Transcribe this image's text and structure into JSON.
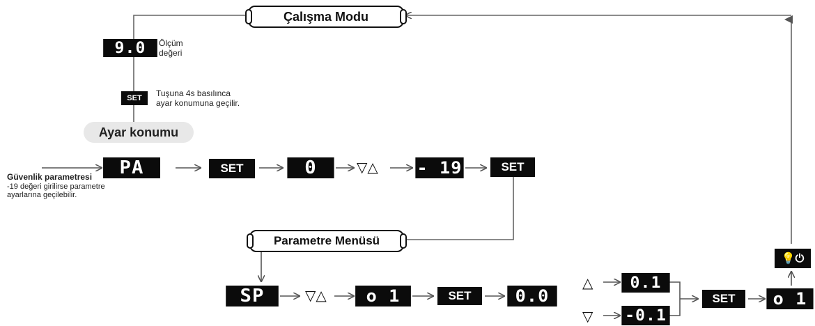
{
  "titles": {
    "work_mode": "Çalışma Modu",
    "settings_mode": "Ayar konumu",
    "param_menu": "Parametre Menüsü"
  },
  "displays": {
    "measure_value": "9.0",
    "pa": "PA",
    "zero": "0",
    "minus19": "- 19",
    "sp": "SP",
    "o1_a": "o 1",
    "zero_zero": "0.0",
    "plus_01": "0.1",
    "minus_01": "-0.1",
    "o1_b": "o 1"
  },
  "buttons": {
    "set": "SET"
  },
  "symbols": {
    "down_up": "▽△",
    "up": "△",
    "down": "▽",
    "bulb_power": "💡⏻"
  },
  "notes": {
    "measure_label_1": "Ölçüm",
    "measure_label_2": "değeri",
    "set_hold_1": "Tuşuna 4s basılınca",
    "set_hold_2": "ayar konumuna geçilir.",
    "security_title": "Güvenlik parametresi",
    "security_desc_1": "-19 değeri girilirse parametre",
    "security_desc_2": "ayarlarına  geçilebilir."
  },
  "colors": {
    "display_bg": "#0b0b0b",
    "line": "#555555",
    "pill_bg": "#e8e8e8"
  }
}
